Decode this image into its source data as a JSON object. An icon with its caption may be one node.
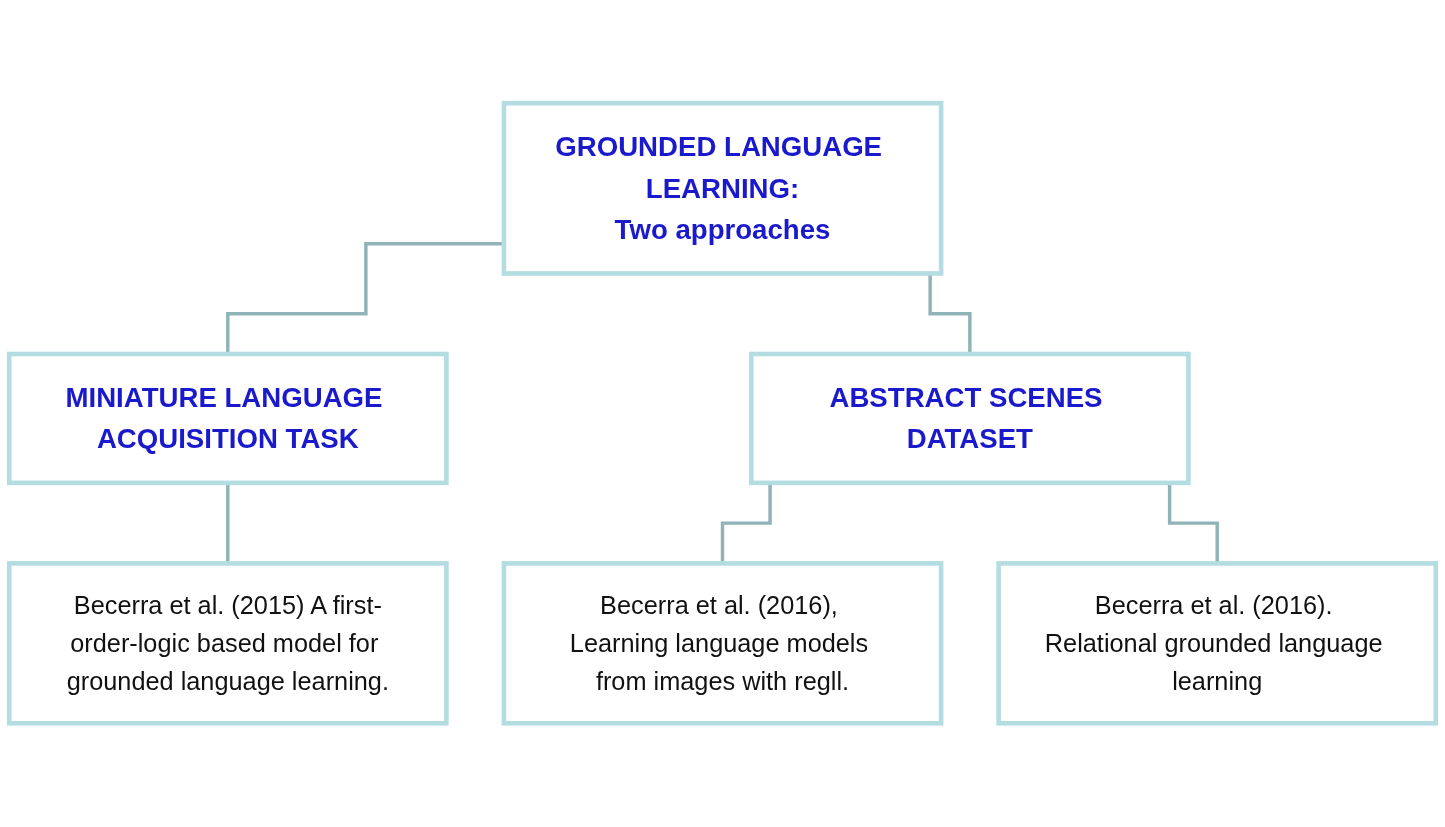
{
  "diagram": {
    "nodes": [
      {
        "text": [
          "GROUNDED LANGUAGE LEARNING:",
          "Two approaches"
        ]
      },
      {
        "text": [
          "MINIATURE LANGUAGE ACQUISITION TASK"
        ]
      },
      {
        "text": [
          "ABSTRACT SCENES DATASET"
        ]
      },
      {
        "text": [
          "Becerra et al. (2015) A first-order-logic based model for grounded language learning."
        ]
      },
      {
        "text": [
          "Becerra et al. (2016), Learning language models from images with regll."
        ]
      },
      {
        "text": [
          "Becerra et al. (2016). Relational grounded language learning"
        ]
      }
    ],
    "edges": [
      {
        "from": 0,
        "to": 1,
        "arrow": "none"
      },
      {
        "from": 0,
        "to": 2,
        "arrow": "none"
      },
      {
        "from": 1,
        "to": 3,
        "arrow": "none"
      },
      {
        "from": 2,
        "to": 4,
        "arrow": "none"
      },
      {
        "from": 2,
        "to": 5,
        "arrow": "none"
      }
    ]
  }
}
